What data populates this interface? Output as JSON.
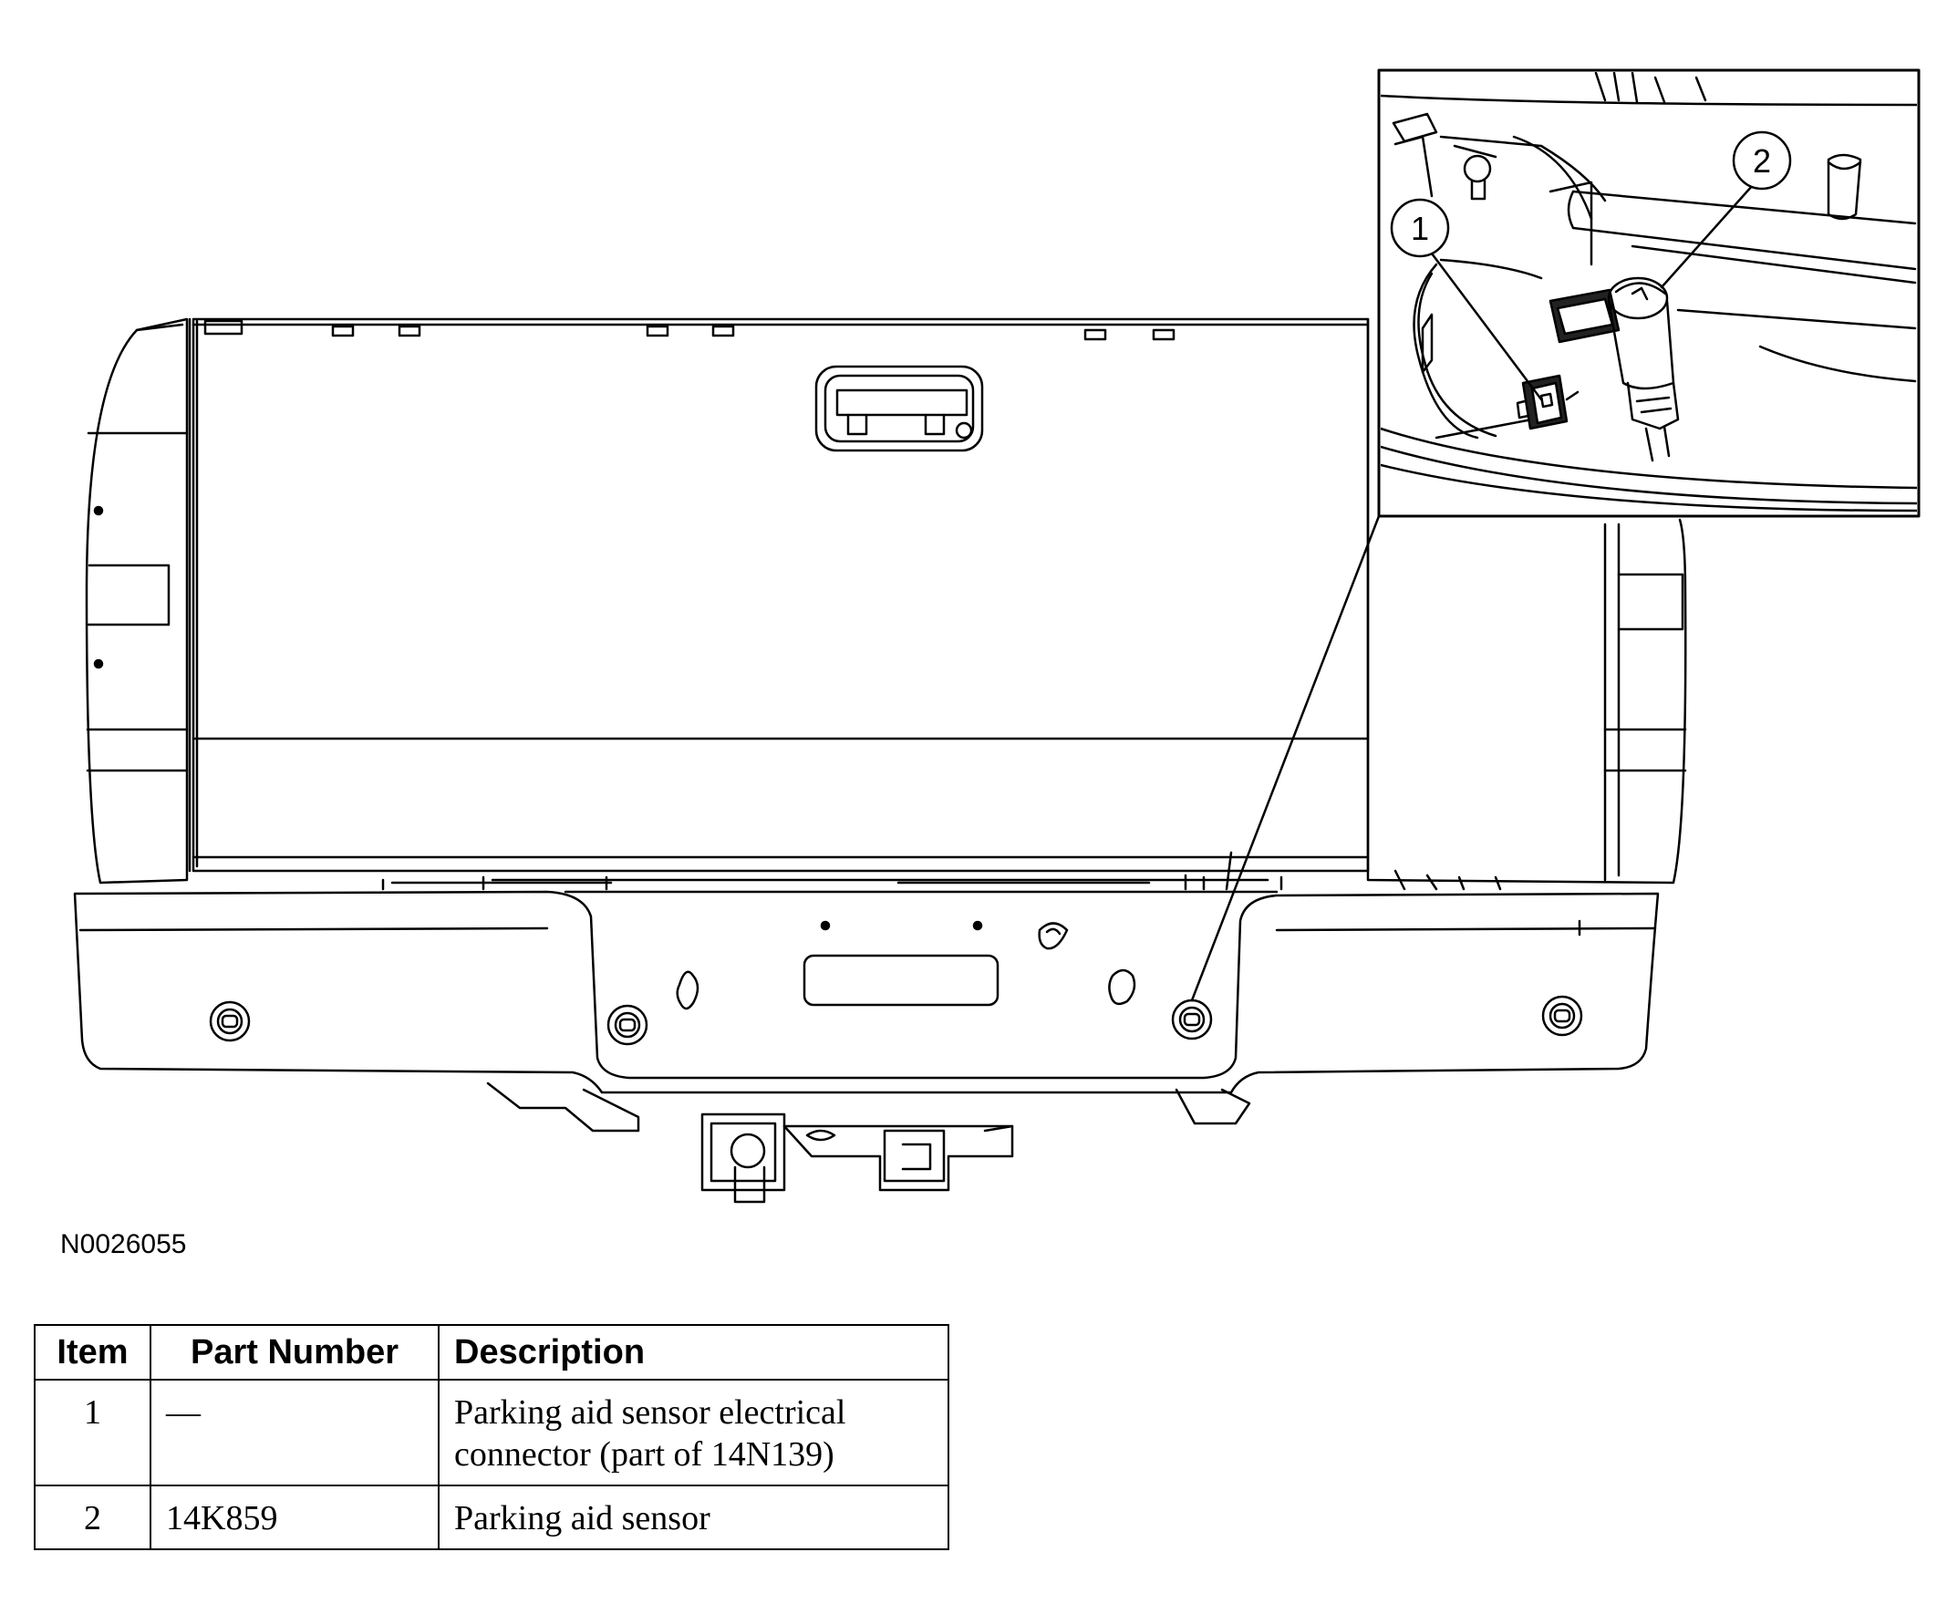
{
  "figure_id": "N0026055",
  "callouts": [
    "1",
    "2"
  ],
  "table": {
    "headers": [
      "Item",
      "Part Number",
      "Description"
    ],
    "rows": [
      {
        "item": "1",
        "part_number": "—",
        "description": [
          "Parking aid sensor electrical",
          "connector (part of 14N139)"
        ]
      },
      {
        "item": "2",
        "part_number": "14K859",
        "description": [
          "Parking aid sensor"
        ]
      }
    ]
  }
}
